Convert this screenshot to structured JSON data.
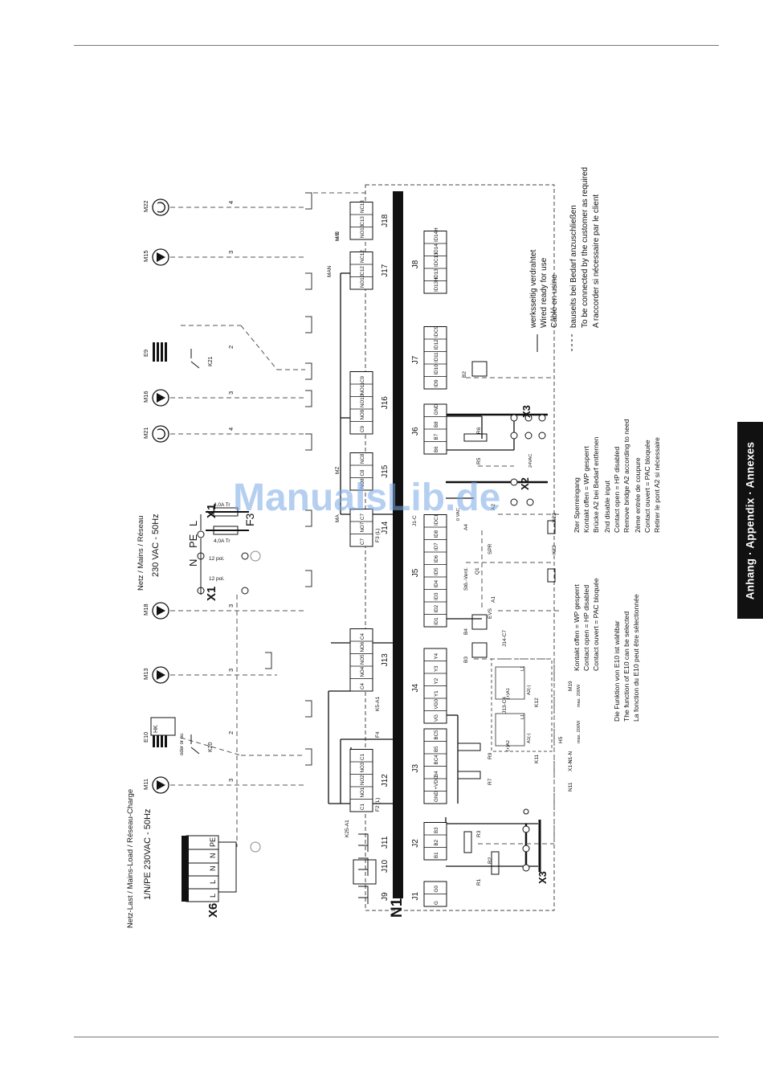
{
  "appendix_tab": "Anhang · Appendix · Annexes",
  "watermark": "ManualsLib.de",
  "supply_load": {
    "header": "Netz-Last / Mains-Load / Réseau-Charge",
    "voltage": "1/N/PE 230VAC - 50Hz",
    "terminal": "X6",
    "pins": [
      "L",
      "L",
      "N",
      "N",
      "PE"
    ]
  },
  "supply_mains": {
    "header": "Netz / Mains / Réseau",
    "voltage": "230 VAC - 50Hz",
    "terminal": "X1",
    "labels": [
      "N",
      "PE",
      "L"
    ],
    "fuse": "4,0A Tr",
    "fuse_name": "F3",
    "pole_note": "12 pol."
  },
  "controller": "N1",
  "connectors": [
    {
      "name": "J1",
      "pins": [
        "G",
        "G0"
      ]
    },
    {
      "name": "J2",
      "pins": [
        "B1",
        "B2",
        "B3"
      ]
    },
    {
      "name": "J3",
      "pins": [
        "GND",
        "+VDC",
        "B4",
        "BC4",
        "B5",
        "BC5"
      ]
    },
    {
      "name": "J4",
      "pins": [
        "VG",
        "VG0",
        "Y1",
        "Y2",
        "Y3",
        "Y4"
      ]
    },
    {
      "name": "J5",
      "pins": [
        "ID1",
        "ID2",
        "ID3",
        "ID4",
        "ID5",
        "ID6",
        "ID7",
        "ID8",
        "IDC1"
      ]
    },
    {
      "name": "J6",
      "pins": [
        "B6",
        "B7",
        "B8",
        "GND"
      ]
    },
    {
      "name": "J7",
      "pins": [
        "ID9",
        "ID10",
        "ID11",
        "ID12",
        "IDC9"
      ]
    },
    {
      "name": "J8",
      "pins": [
        "ID13H",
        "ID13",
        "IDC13",
        "ID14",
        "ID14H"
      ]
    },
    {
      "name": "J9",
      "pins": []
    },
    {
      "name": "J10",
      "pins": []
    },
    {
      "name": "J11",
      "pins": []
    },
    {
      "name": "J12",
      "pins": [
        "C1",
        "NO1",
        "NO2",
        "NO3",
        "C1"
      ]
    },
    {
      "name": "J13",
      "pins": [
        "C4",
        "NO4",
        "NO5",
        "NO6",
        "C4"
      ]
    },
    {
      "name": "J14",
      "pins": [
        "C7",
        "NO7",
        "C7"
      ]
    },
    {
      "name": "J15",
      "pins": [
        "NO8",
        "C8",
        "NC8"
      ]
    },
    {
      "name": "J16",
      "pins": [
        "C9",
        "NO9",
        "NO10",
        "NO11",
        "C9"
      ]
    },
    {
      "name": "J17",
      "pins": [
        "NO12",
        "C12",
        "NC12"
      ]
    },
    {
      "name": "J18",
      "pins": [
        "NO13",
        "C13",
        "NC13"
      ]
    }
  ],
  "loads": [
    {
      "name": "M11",
      "type": "pump",
      "wire": "3"
    },
    {
      "name": "E10",
      "type": "heater",
      "wire": "2",
      "relay": "K20",
      "box": "HK",
      "note": "oder or ou"
    },
    {
      "name": "M13",
      "type": "pump",
      "wire": "3"
    },
    {
      "name": "M18",
      "type": "pump",
      "wire": "3"
    },
    {
      "name": "M21",
      "type": "mixer",
      "wire": "4"
    },
    {
      "name": "M16",
      "type": "pump",
      "wire": "3"
    },
    {
      "name": "E9",
      "type": "heater",
      "wire": "2",
      "relay": "K21"
    },
    {
      "name": "M15",
      "type": "pump",
      "wire": "3"
    },
    {
      "name": "M22",
      "type": "mixer",
      "wire": "4"
    }
  ],
  "wire_labels": [
    "F2 (L)",
    "F3 (L)",
    "F4",
    "K5-A1",
    "K25-A1",
    "MA",
    "MZ",
    "M/Z",
    "MAN",
    "M/N",
    "J1-C",
    "J14-C7",
    "J13-C4",
    "N1-N"
  ],
  "sensors": [
    "R1",
    "R2",
    "R3",
    "R5",
    "R6",
    "R7",
    "R9",
    "B2",
    "B3",
    "B4",
    "A1",
    "A2",
    "A4",
    "Q1",
    "EVS",
    "SPR",
    "Stö.-Verd.",
    "K22",
    "K23",
    "K11",
    "K12",
    "H5",
    "M19",
    "N11",
    "X1-N"
  ],
  "bottom_terminals": [
    "X3",
    "X3",
    "X2"
  ],
  "misc_labels": [
    "0 VAC",
    "24VAC",
    "max. 200W",
    "max. 200W",
    "(+)A1",
    "(+)A2",
    "L1",
    "L1",
    "A2(-)",
    "A1(-)"
  ],
  "legend": [
    {
      "style": "solid",
      "lines": [
        "werksseitig verdrahtet",
        "Wired ready for use",
        "Câblé en usine"
      ]
    },
    {
      "style": "dashed",
      "lines": [
        "bauseits bei Bedarf anzuschließen",
        "To be connected by the customer as required",
        "A raccorder si nécessaire par le client"
      ]
    }
  ],
  "notes": {
    "second_block": [
      "2ter Sperreingang",
      "Kontakt offen = WP gesperrt",
      "Brücke A2 bei Bedarf entfernen",
      "2nd disable input",
      "Contact open = HP disabled",
      "Remove bridge A2 according to need",
      "2ème entrée de coupure",
      "Contact ouvert = PAC bloquée",
      "Retirer le pont A2 si nécessaire"
    ],
    "first_block": [
      "Kontakt offen = WP gesperrt",
      "Contact open = HP disabled",
      "Contact ouvert = PAC bloquée",
      "Die Funktion von E10 ist wählbar",
      "The function of E10 can be selected",
      "La fonction du E10 peut être sélectionnée"
    ]
  }
}
